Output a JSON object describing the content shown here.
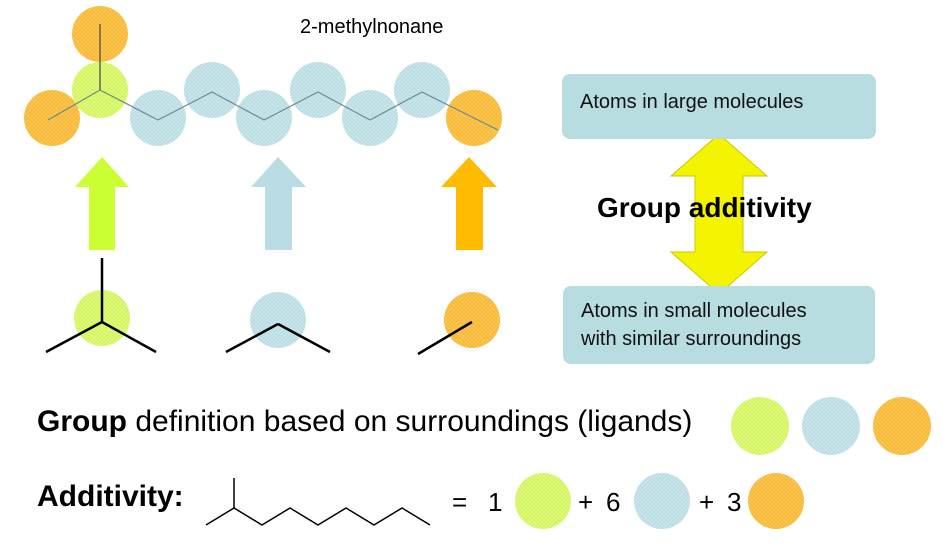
{
  "molecule": {
    "name": "2-methylnonane"
  },
  "boxes": {
    "large": "Atoms in large molecules",
    "small_line1": "Atoms in small molecules",
    "small_line2": "with similar surroundings"
  },
  "center_label": "Group additivity",
  "definition": {
    "bold": "Group",
    "rest": " definition based on surroundings (ligands)"
  },
  "additivity": {
    "label": "Additivity:",
    "equals": "=",
    "coef_green": "1",
    "plus1": "+",
    "coef_blue": "6",
    "plus2": "+",
    "coef_orange": "3"
  },
  "colors": {
    "green": "#d4f55a",
    "blue": "#b9dde3",
    "orange": "#f8b62a",
    "green_arrow": "#ccff33",
    "blue_arrow": "#b9dde3",
    "orange_arrow": "#ffbb00",
    "double_arrow": "#f4f400",
    "box": "#b7dde1"
  }
}
